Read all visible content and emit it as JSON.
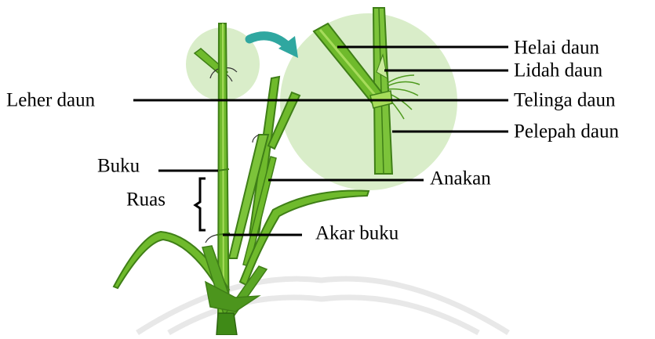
{
  "labels": {
    "helai_daun": "Helai daun",
    "lidah_daun": "Lidah daun",
    "telinga_daun": "Telinga daun",
    "pelepah_daun": "Pelepah daun",
    "leher_daun": "Leher daun",
    "buku": "Buku",
    "ruas": "Ruas",
    "anakan": "Anakan",
    "akar_buku": "Akar buku"
  },
  "colors": {
    "leaf_dark": "#3f7f17",
    "leaf": "#6fba2c",
    "leaf_light": "#a6dc5a",
    "zoom_circle": "#d8ecc8",
    "arrow": "#2fa7a0",
    "watermark": "#e6e6e6",
    "leader_line": "#000000"
  },
  "icons": {
    "magnify_arrow": "curved-arrow-icon"
  }
}
